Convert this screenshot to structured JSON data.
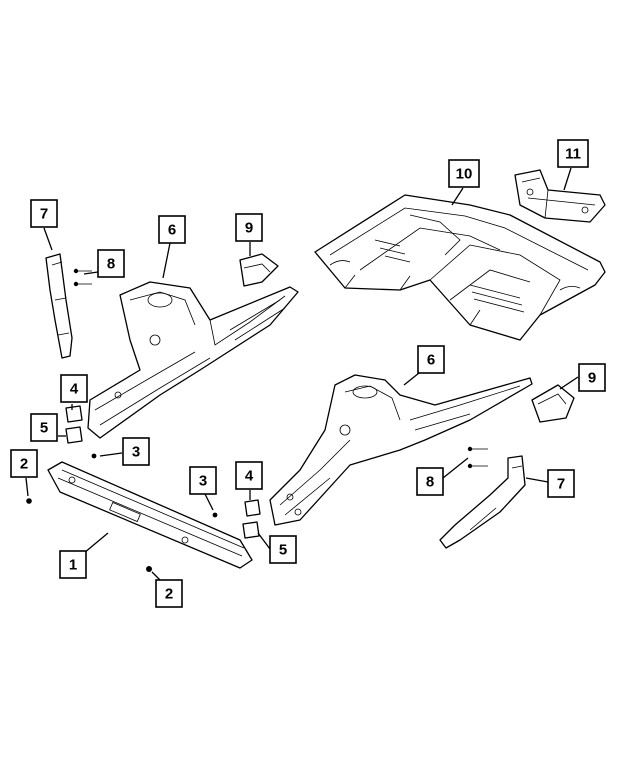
{
  "diagram": {
    "callouts": [
      {
        "id": "c7-left",
        "label": "7"
      },
      {
        "id": "c8-left",
        "label": "8"
      },
      {
        "id": "c6-left",
        "label": "6"
      },
      {
        "id": "c9-left",
        "label": "9"
      },
      {
        "id": "c10",
        "label": "10"
      },
      {
        "id": "c11",
        "label": "11"
      },
      {
        "id": "c4-left",
        "label": "4"
      },
      {
        "id": "c5-left",
        "label": "5"
      },
      {
        "id": "c3-left",
        "label": "3"
      },
      {
        "id": "c2-left",
        "label": "2"
      },
      {
        "id": "c1",
        "label": "1"
      },
      {
        "id": "c2-bottom",
        "label": "2"
      },
      {
        "id": "c3-mid",
        "label": "3"
      },
      {
        "id": "c4-mid",
        "label": "4"
      },
      {
        "id": "c5-mid",
        "label": "5"
      },
      {
        "id": "c6-right",
        "label": "6"
      },
      {
        "id": "c9-right",
        "label": "9"
      },
      {
        "id": "c8-right",
        "label": "8"
      },
      {
        "id": "c7-right",
        "label": "7"
      }
    ]
  }
}
